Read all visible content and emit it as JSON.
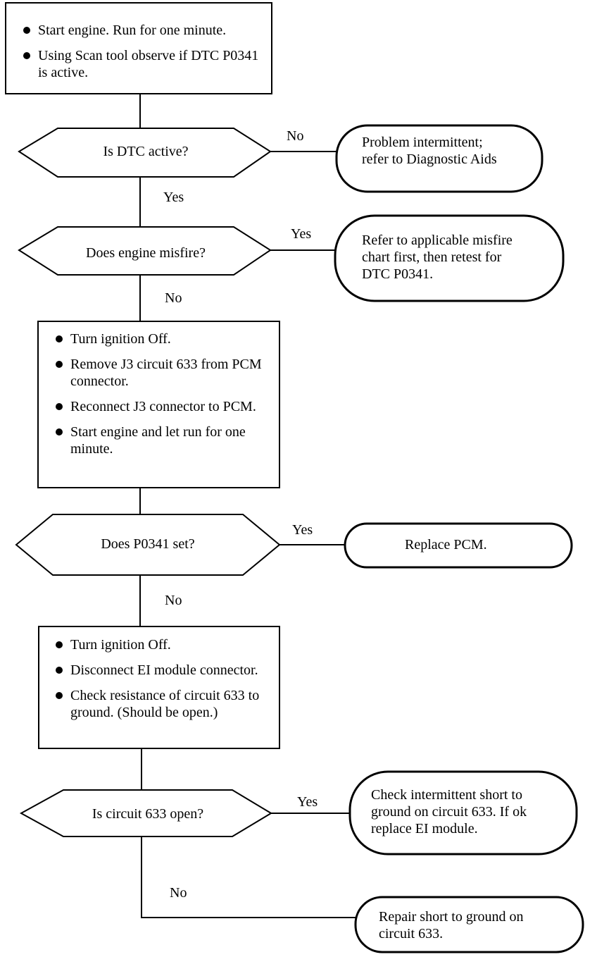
{
  "step1": {
    "bullets": [
      "Start engine. Run for one minute.",
      "Using Scan tool observe if DTC P0341 is active."
    ]
  },
  "decision1": {
    "question": "Is DTC active?",
    "no_label": "No",
    "yes_label": "Yes"
  },
  "terminal1": {
    "lines": [
      "Problem intermittent;",
      "refer  to Diagnostic Aids"
    ]
  },
  "decision2": {
    "question": "Does engine misfire?",
    "yes_label": "Yes",
    "no_label": "No"
  },
  "terminal2": {
    "lines": [
      "Refer to applicable misfire",
      "chart first, then retest for",
      "DTC P0341."
    ]
  },
  "step2": {
    "bullets": [
      "Turn ignition Off.",
      "Remove J3 circuit 633 from PCM connector.",
      "Reconnect J3 connector to PCM.",
      "Start engine and let run for one minute."
    ]
  },
  "decision3": {
    "question": "Does P0341 set?",
    "yes_label": "Yes",
    "no_label": "No"
  },
  "terminal3": {
    "lines": [
      "Replace PCM."
    ]
  },
  "step3": {
    "bullets": [
      "Turn ignition Off.",
      "Disconnect EI module connector.",
      "Check resistance of circuit 633 to ground. (Should be open.)"
    ]
  },
  "decision4": {
    "question": "Is circuit 633 open?",
    "yes_label": "Yes",
    "no_label": "No"
  },
  "terminal4": {
    "lines": [
      "Check intermittent short to",
      "ground on circuit 633. If ok",
      "replace EI module."
    ]
  },
  "terminal5": {
    "lines": [
      "Repair short to ground on",
      "circuit 633."
    ]
  }
}
